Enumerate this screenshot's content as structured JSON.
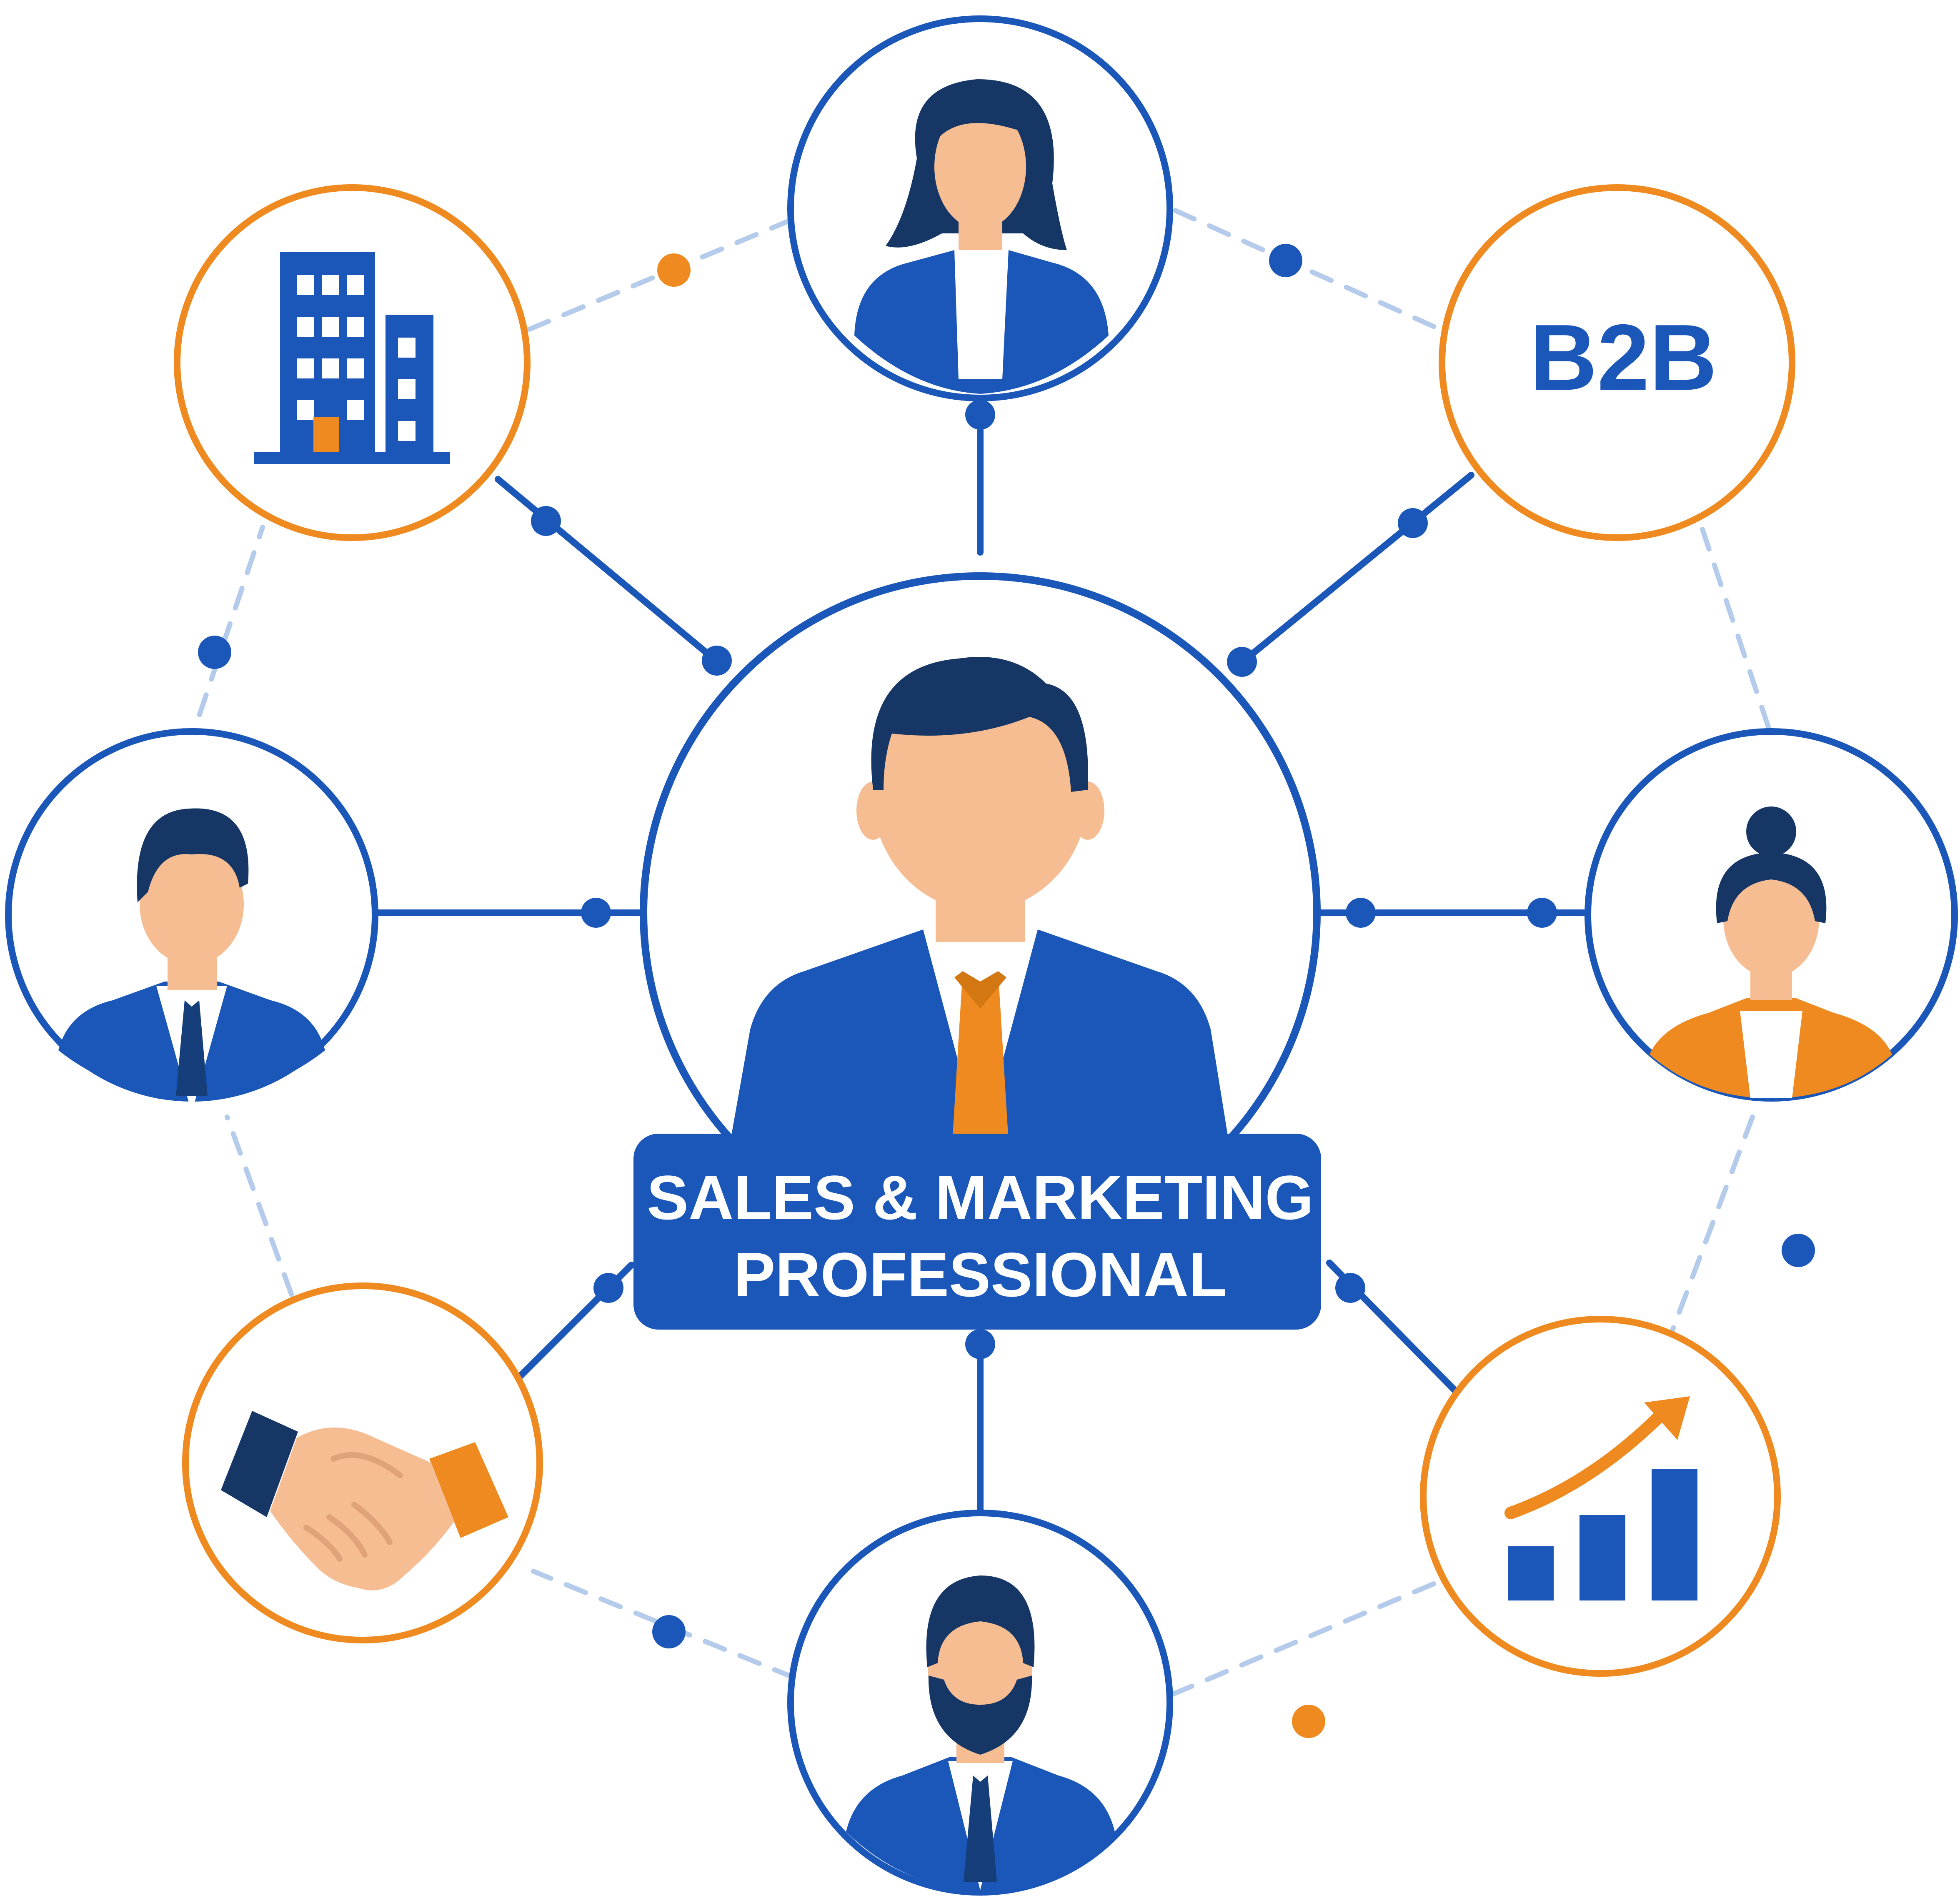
{
  "center": {
    "title_line1": "SALES & MARKETING",
    "title_line2": "PROFESSIONAL",
    "icon": "businessman-orange-tie-icon"
  },
  "nodes": [
    {
      "id": "building",
      "icon": "office-building-icon",
      "border": "orange"
    },
    {
      "id": "woman-top",
      "icon": "businesswoman-icon",
      "border": "blue"
    },
    {
      "id": "b2b",
      "text": "B2B",
      "border": "orange"
    },
    {
      "id": "man-left",
      "icon": "businessman-icon",
      "border": "blue"
    },
    {
      "id": "woman-right",
      "icon": "businesswoman-bun-icon",
      "border": "blue"
    },
    {
      "id": "handshake",
      "icon": "handshake-icon",
      "border": "orange"
    },
    {
      "id": "man-bottom",
      "icon": "bearded-businessman-icon",
      "border": "blue"
    },
    {
      "id": "growth",
      "icon": "growth-chart-icon",
      "border": "orange"
    }
  ],
  "colors": {
    "blue": "#1B57B8",
    "dark_blue": "#153E7A",
    "orange": "#EE8A1F",
    "skin": "#F6BD93",
    "hair": "#163766",
    "dashed": "#B5CBEB"
  }
}
